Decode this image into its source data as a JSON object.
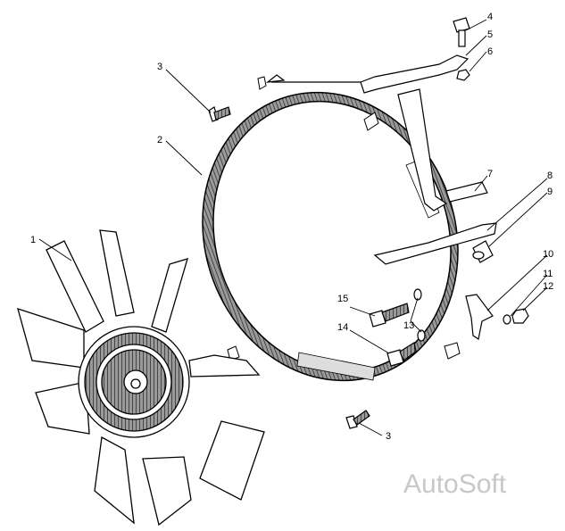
{
  "diagram": {
    "callouts": [
      "1",
      "2",
      "3",
      "3",
      "4",
      "5",
      "6",
      "7",
      "8",
      "9",
      "10",
      "11",
      "12",
      "13",
      "14",
      "15"
    ],
    "watermark": "AutoSoft"
  },
  "colors": {
    "line": "#000000",
    "ring_fill": "#555555",
    "paper": "#ffffff"
  }
}
